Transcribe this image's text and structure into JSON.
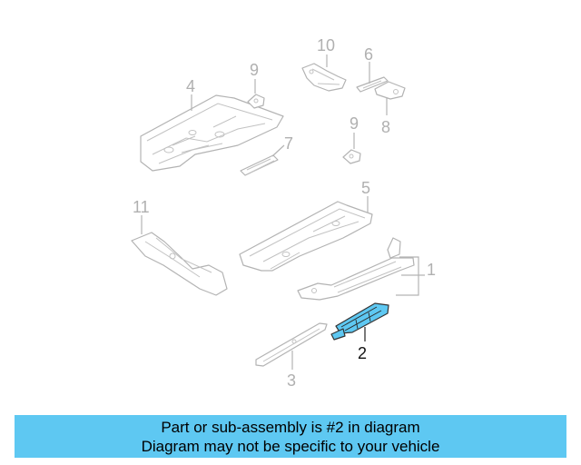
{
  "diagram": {
    "callouts": [
      "10",
      "9",
      "6",
      "4",
      "8",
      "7",
      "9",
      "11",
      "5",
      "1",
      "2",
      "3"
    ],
    "highlight_color": "#5ec8f2",
    "highlighted_part": "2"
  },
  "banner": {
    "line1": "Part or sub-assembly is #2 in diagram",
    "line2": "Diagram may not be specific to your vehicle",
    "background": "#5ec8f2"
  }
}
